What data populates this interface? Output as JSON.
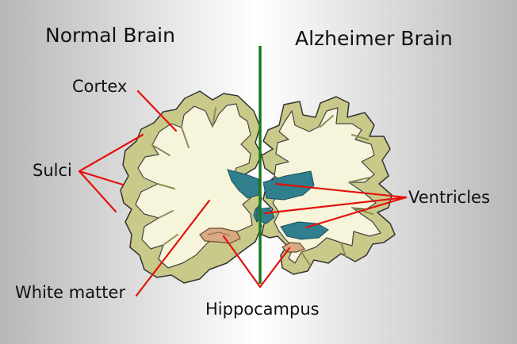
{
  "titles": {
    "left": "Normal Brain",
    "right": "Alzheimer Brain"
  },
  "labels": {
    "cortex": "Cortex",
    "sulci": "Sulci",
    "white_matter": "White matter",
    "ventricles": "Ventricles",
    "hippocampus": "Hippocampus"
  },
  "colors": {
    "background_center": "#ffffff",
    "background_edge": "#b9b9b9",
    "cortex": "#c9c98a",
    "white_matter": "#f6f5dc",
    "ventricle": "#2f7f8f",
    "hippocampus": "#d8a982",
    "leader_line": "#e3120b",
    "divider": "#1b7a1b"
  }
}
